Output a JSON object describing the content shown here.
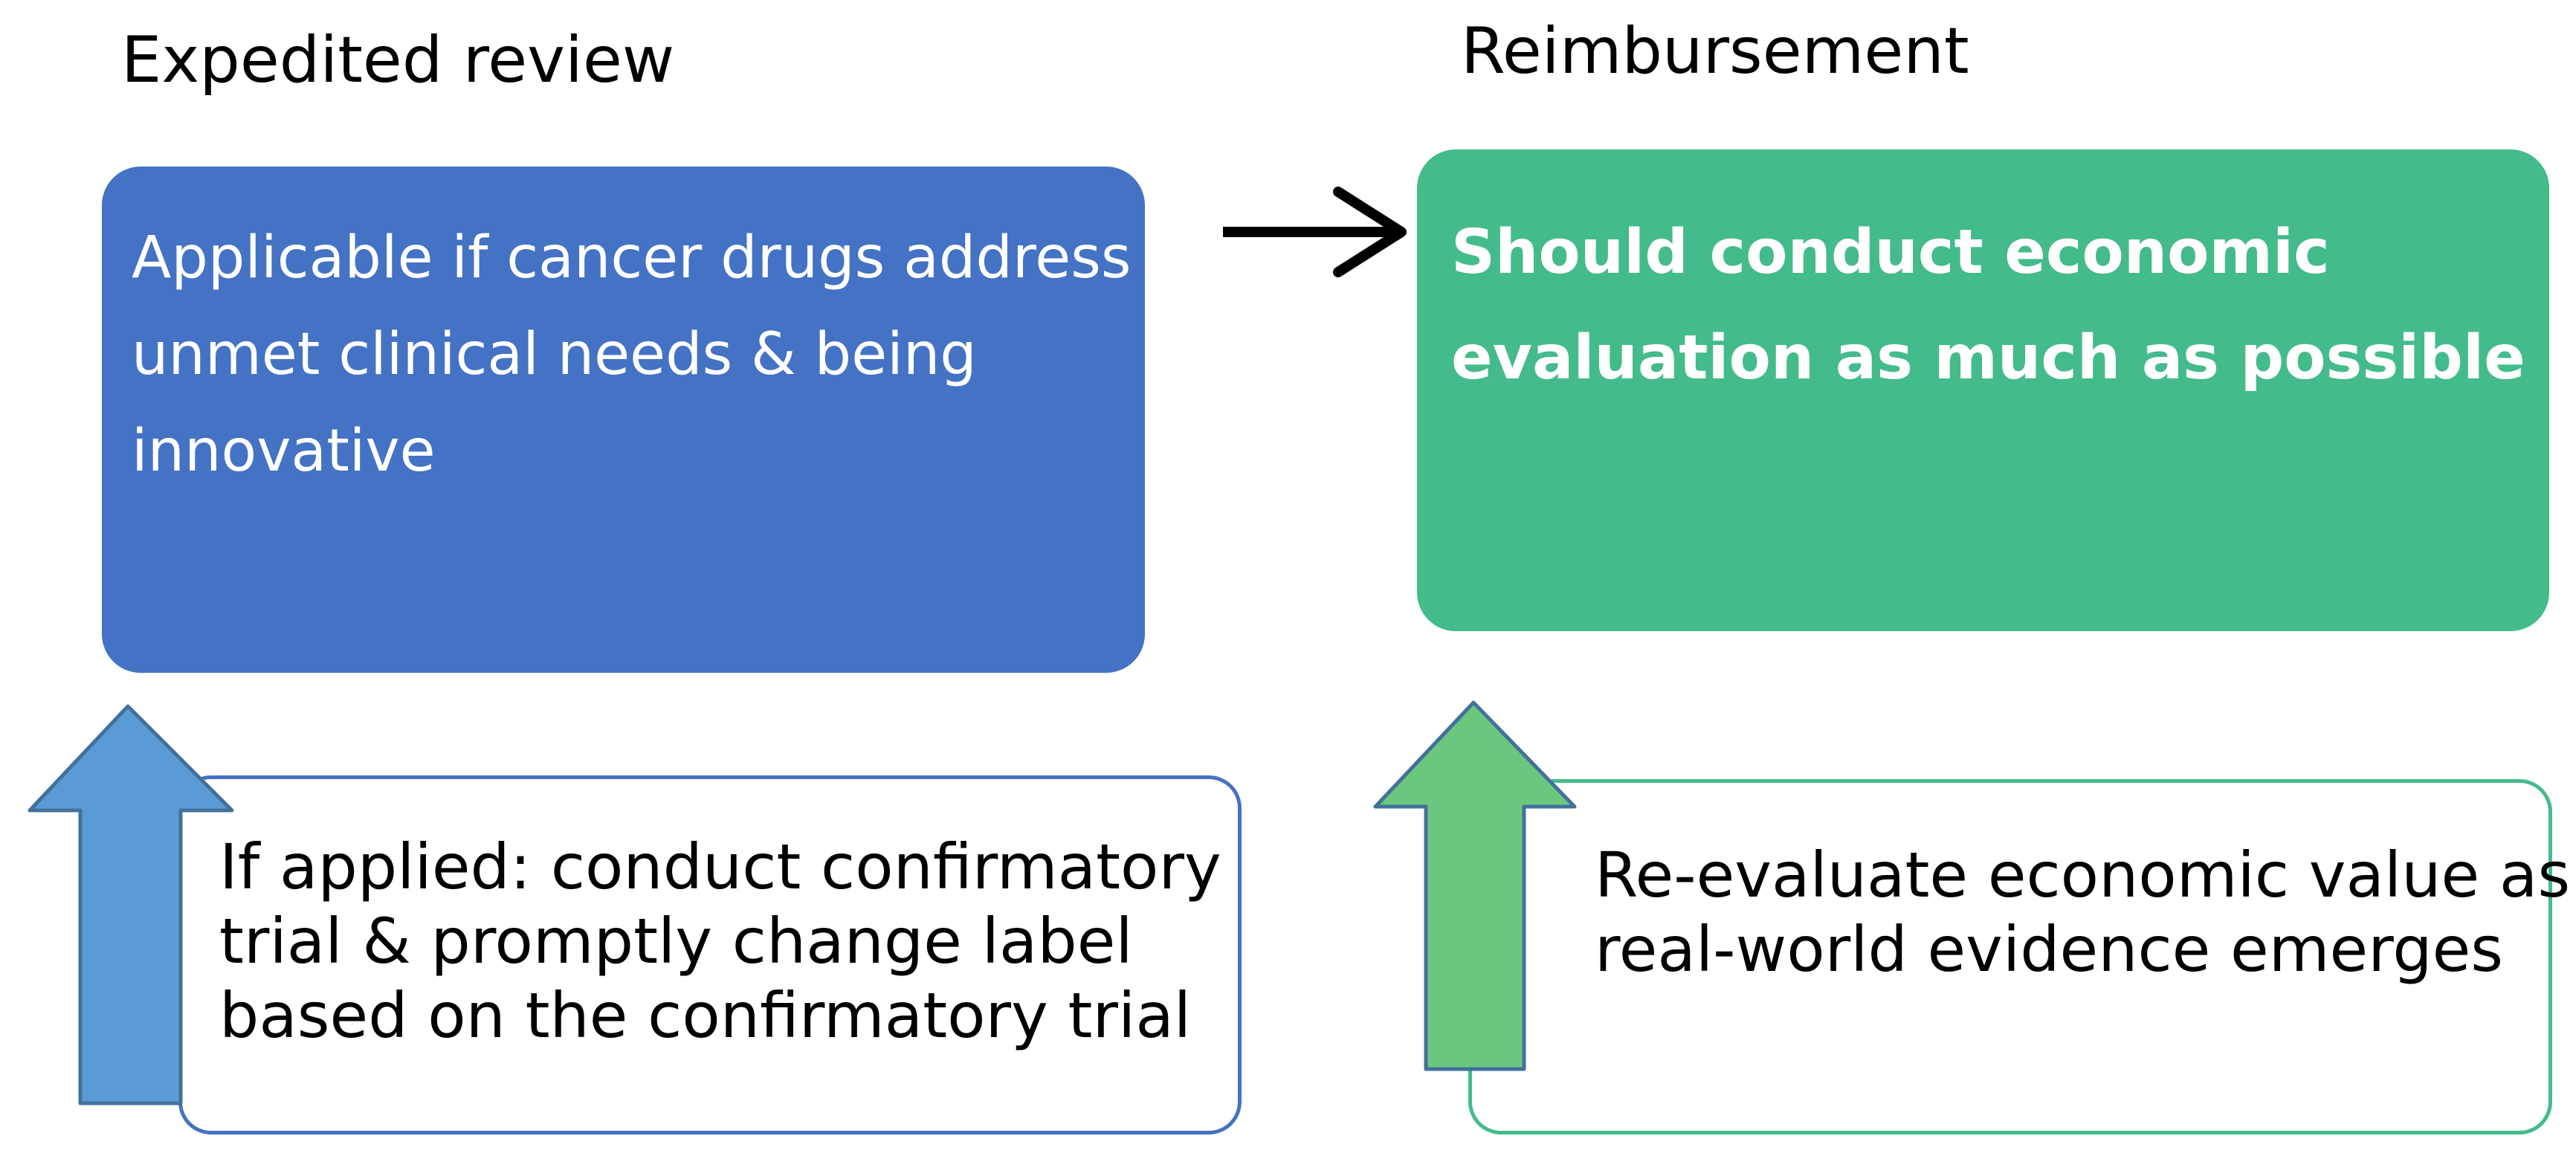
{
  "headings": {
    "left": "Expedited review",
    "right": "Reimbursement"
  },
  "boxes": {
    "expedited": {
      "lines": [
        "Applicable if cancer drugs  address",
        "unmet clinical needs & being",
        "innovative"
      ]
    },
    "reimbursement": {
      "lines": [
        "Should conduct economic",
        "evaluation as much as possible"
      ]
    },
    "confirmatory": {
      "lines": [
        "If applied: conduct confirmatory",
        "trial & promptly change label",
        "based on the confirmatory trial"
      ]
    },
    "reevaluate": {
      "lines": [
        "Re-evaluate economic value as",
        "real-world evidence emerges"
      ]
    }
  },
  "colors": {
    "blue_box": "#4472C4",
    "green_box": "#44BB8A",
    "blue_arrow": "#5B9BD5",
    "green_arrow": "#6CC77E",
    "arrow_outline": "#41719C",
    "connector_arrow": "#000000"
  },
  "icons": {
    "connector": "right-arrow-icon",
    "blue_up": "up-arrow-icon",
    "green_up": "up-arrow-icon"
  }
}
